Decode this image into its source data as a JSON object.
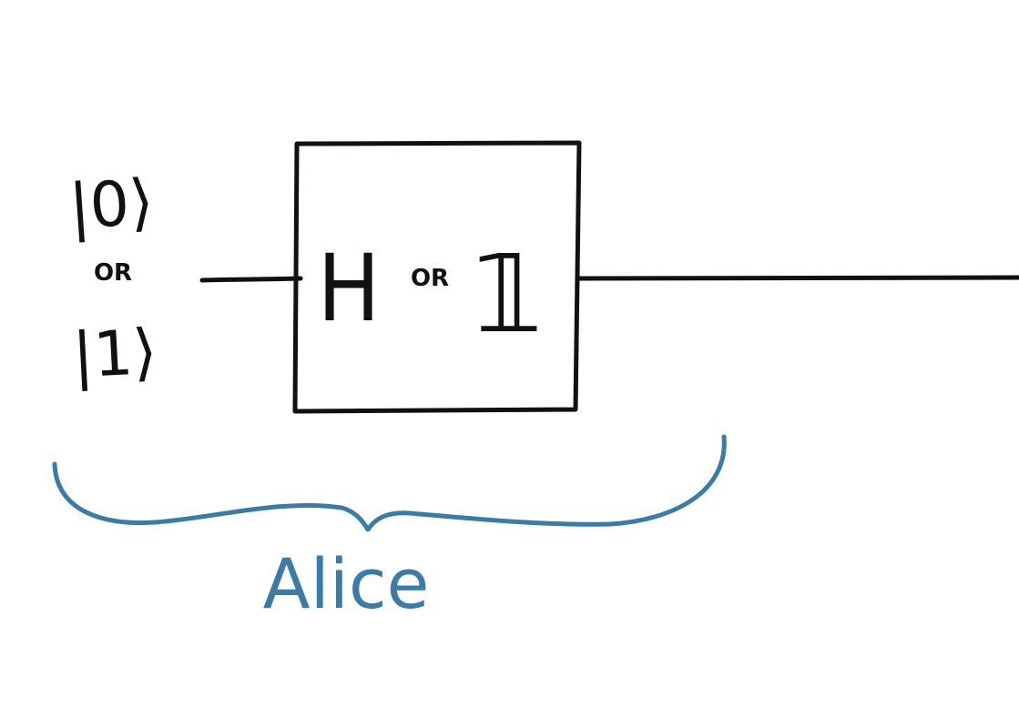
{
  "diagram": {
    "inputs": {
      "state_zero": "|0⟩",
      "or_text": "OR",
      "state_one": "|1⟩"
    },
    "gate": {
      "option_a": "H",
      "or_text": "OR",
      "option_b": "𝟙"
    },
    "brace_label": "Alice",
    "colors": {
      "ink": "#111111",
      "accent": "#3b7ba6"
    }
  }
}
